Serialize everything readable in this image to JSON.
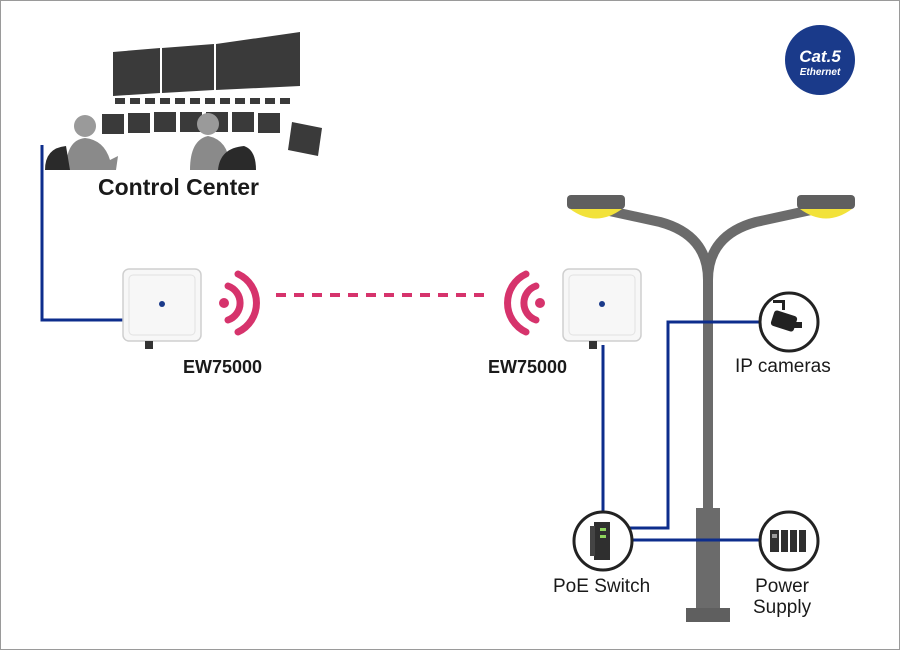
{
  "diagram": {
    "control_center_label": "Control Center",
    "ap_left_label": "EW75000",
    "ap_right_label": "EW75000",
    "ip_cameras_label": "IP cameras",
    "poe_switch_label": "PoE Switch",
    "power_supply_line1": "Power",
    "power_supply_line2": "Supply",
    "badge_main": "Cat.5",
    "badge_sub": "Ethernet"
  },
  "colors": {
    "cable": "#0d2d8c",
    "wireless": "#d6336c",
    "lamp_post": "#6b6b6b",
    "lamp_light": "#f2e23a",
    "badge": "#1a3a8a"
  },
  "icons": [
    "control-room-icon",
    "access-point-icon",
    "wifi-signal-icon",
    "street-lamp-icon",
    "ip-camera-icon",
    "poe-switch-icon",
    "power-supply-icon",
    "ethernet-badge-icon"
  ]
}
